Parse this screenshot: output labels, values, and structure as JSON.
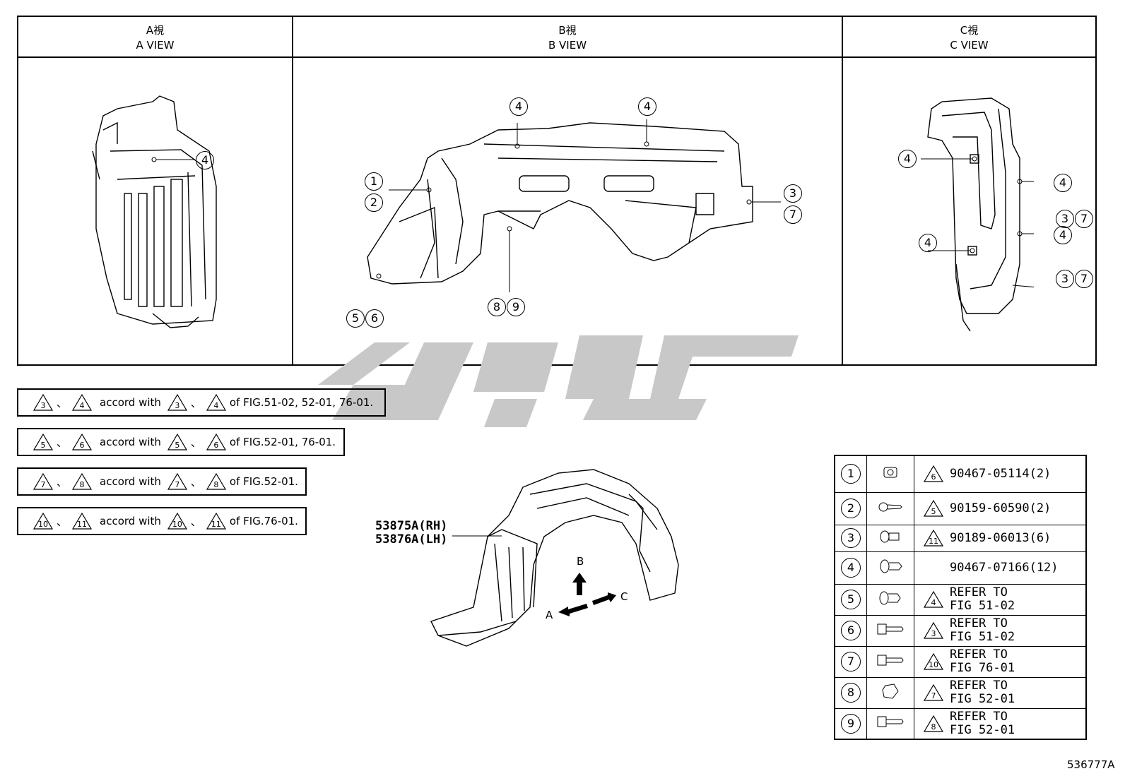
{
  "views": [
    {
      "title_ja": "A視",
      "title_en": "A VIEW"
    },
    {
      "title_ja": "B視",
      "title_en": "B VIEW"
    },
    {
      "title_ja": "C視",
      "title_en": "C VIEW"
    }
  ],
  "callouts": {
    "a_view": [
      "4"
    ],
    "b_view": [
      "4",
      "4",
      "1",
      "2",
      "3",
      "7",
      "5",
      "6",
      "8",
      "9"
    ],
    "c_view": [
      "4",
      "4",
      "4",
      "3",
      "7",
      "4",
      "3",
      "7"
    ]
  },
  "notes": [
    {
      "tri1": "3",
      "tri2": "4",
      "mid": "accord with",
      "tri3": "3",
      "tri4": "4",
      "tail": "of FIG.51-02, 52-01, 76-01."
    },
    {
      "tri1": "5",
      "tri2": "6",
      "mid": "accord with",
      "tri3": "5",
      "tri4": "6",
      "tail": "of FIG.52-01, 76-01."
    },
    {
      "tri1": "7",
      "tri2": "8",
      "mid": "accord with",
      "tri3": "7",
      "tri4": "8",
      "tail": "of FIG.52-01."
    },
    {
      "tri1": "10",
      "tri2": "11",
      "mid": "accord with",
      "tri3": "10",
      "tri4": "11",
      "tail": "of FIG.76-01."
    }
  ],
  "sep": "、",
  "main_part": {
    "rh": "53875A(RH)",
    "lh": "53876A(LH)"
  },
  "arrows": {
    "a": "A",
    "b": "B",
    "c": "C"
  },
  "parts_table": [
    {
      "num": "1",
      "icon": "clip-nut-icon",
      "tri": "6",
      "line1": "90467-05114(2)",
      "line2": ""
    },
    {
      "num": "2",
      "icon": "screw-icon",
      "tri": "5",
      "line1": "90159-60590(2)",
      "line2": ""
    },
    {
      "num": "3",
      "icon": "push-clip-icon",
      "tri": "11",
      "line1": "90189-06013(6)",
      "line2": ""
    },
    {
      "num": "4",
      "icon": "rivet-clip-icon",
      "tri": "",
      "line1": "90467-07166(12)",
      "line2": ""
    },
    {
      "num": "5",
      "icon": "clip-icon",
      "tri": "4",
      "line1": "REFER TO",
      "line2": "FIG 51-02"
    },
    {
      "num": "6",
      "icon": "bolt-icon",
      "tri": "3",
      "line1": "REFER TO",
      "line2": "FIG 51-02"
    },
    {
      "num": "7",
      "icon": "bolt-icon",
      "tri": "10",
      "line1": "REFER TO",
      "line2": "FIG 76-01"
    },
    {
      "num": "8",
      "icon": "nut-icon",
      "tri": "7",
      "line1": "REFER TO",
      "line2": "FIG 52-01"
    },
    {
      "num": "9",
      "icon": "bolt-icon",
      "tri": "8",
      "line1": "REFER TO",
      "line2": "FIG 52-01"
    }
  ],
  "figure_id": "536777A"
}
